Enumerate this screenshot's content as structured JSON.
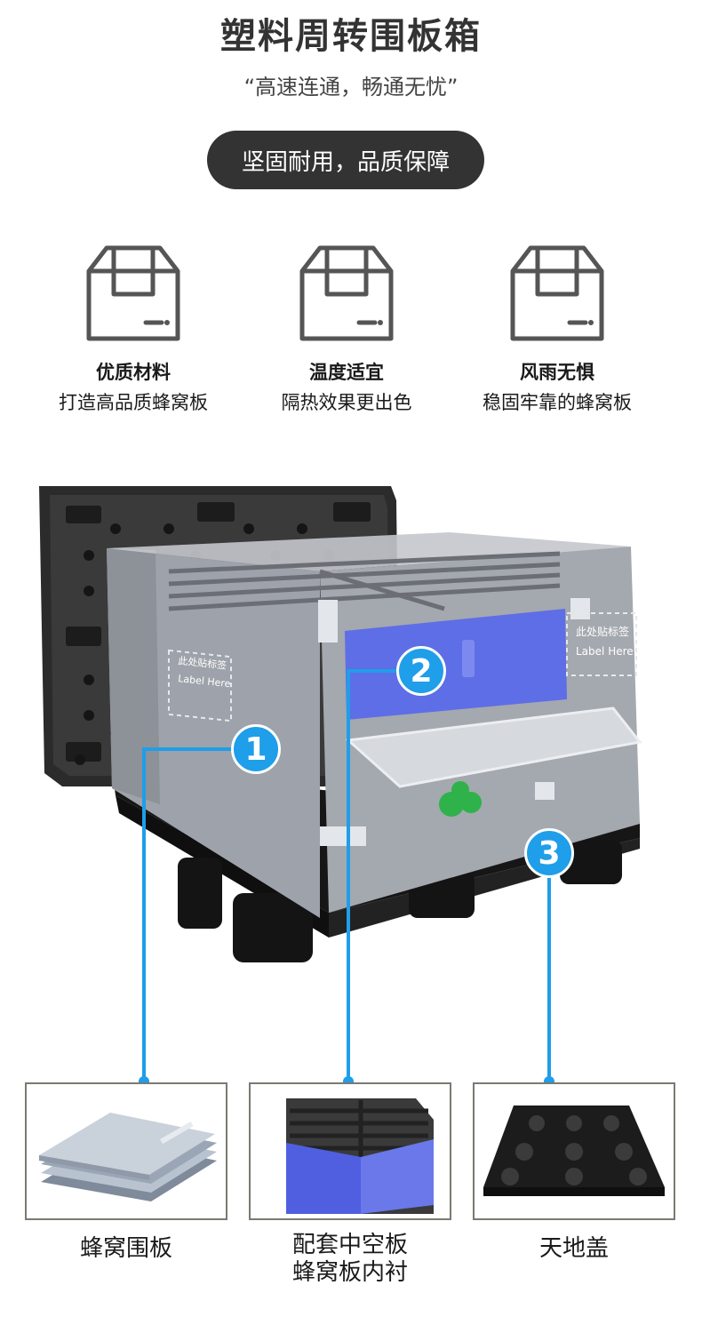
{
  "header": {
    "title": "塑料周转围板箱",
    "subtitle": "“高速连通，畅通无忧”",
    "pill": "坚固耐用，品质保障"
  },
  "features": [
    {
      "title": "优质材料",
      "desc": "打造高品质蜂窝板",
      "icon": "box-icon"
    },
    {
      "title": "温度适宜",
      "desc": "隔热效果更出色",
      "icon": "box-icon"
    },
    {
      "title": "风雨无惧",
      "desc": "稳固牢靠的蜂窝板",
      "icon": "box-icon"
    }
  ],
  "product": {
    "label_cn_left": "此处贴标签",
    "label_en_left": "Label Here",
    "label_cn_right": "此处贴标签",
    "label_en_right": "Label Here"
  },
  "callouts": [
    "1",
    "2",
    "3"
  ],
  "parts": [
    {
      "caption": "蜂窝围板"
    },
    {
      "caption": "配套中空板\n蜂窝板内衬"
    },
    {
      "caption": "天地盖"
    }
  ],
  "colors": {
    "accent": "#1f9ee9",
    "dark": "#333333",
    "panel_gray": "#9a9ea6",
    "inner_blue": "#5e6ee6",
    "frame": "#7a7a72"
  }
}
